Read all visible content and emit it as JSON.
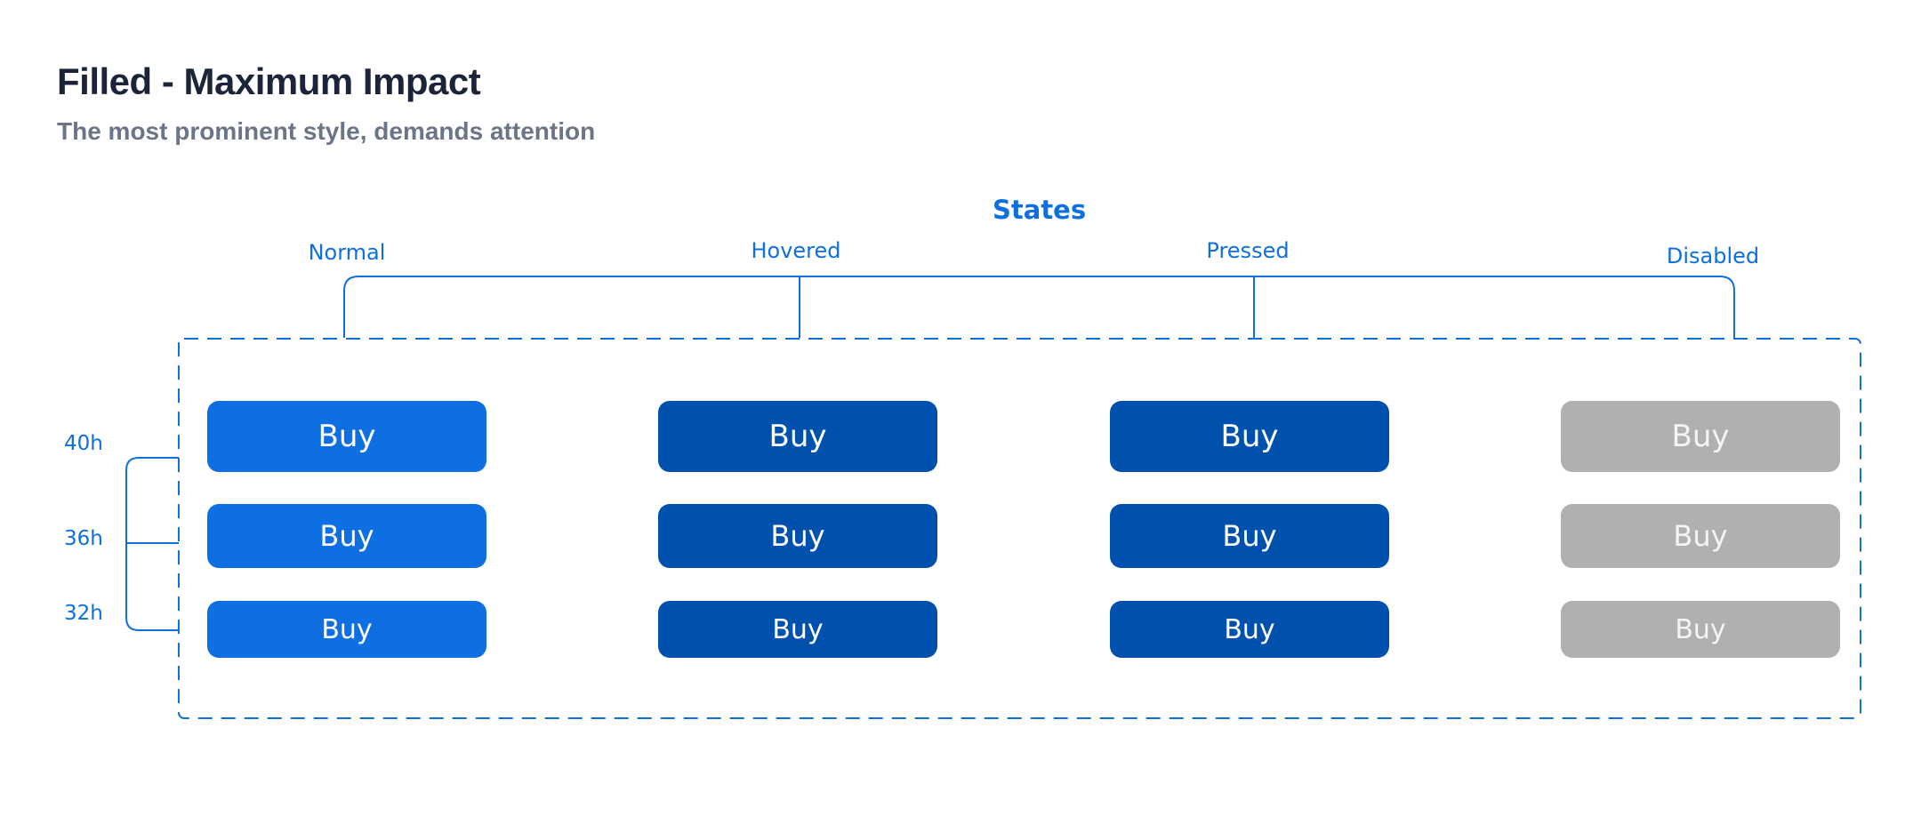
{
  "header": {
    "title": "Filled - Maximum Impact",
    "subtitle": "The most prominent style, demands attention"
  },
  "states": {
    "title": "States",
    "columns": [
      "Normal",
      "Hovered",
      "Pressed",
      "Disabled"
    ]
  },
  "sizes": [
    "40h",
    "36h",
    "32h"
  ],
  "button_label": "Buy",
  "colors": {
    "accent": "#0e6fe3",
    "hovered": "#0051ad",
    "pressed": "#0051ad",
    "disabled": "#b0b0b0",
    "annotation": "#0e6fde",
    "title": "#1b2438",
    "subtitle": "#6c7488"
  }
}
